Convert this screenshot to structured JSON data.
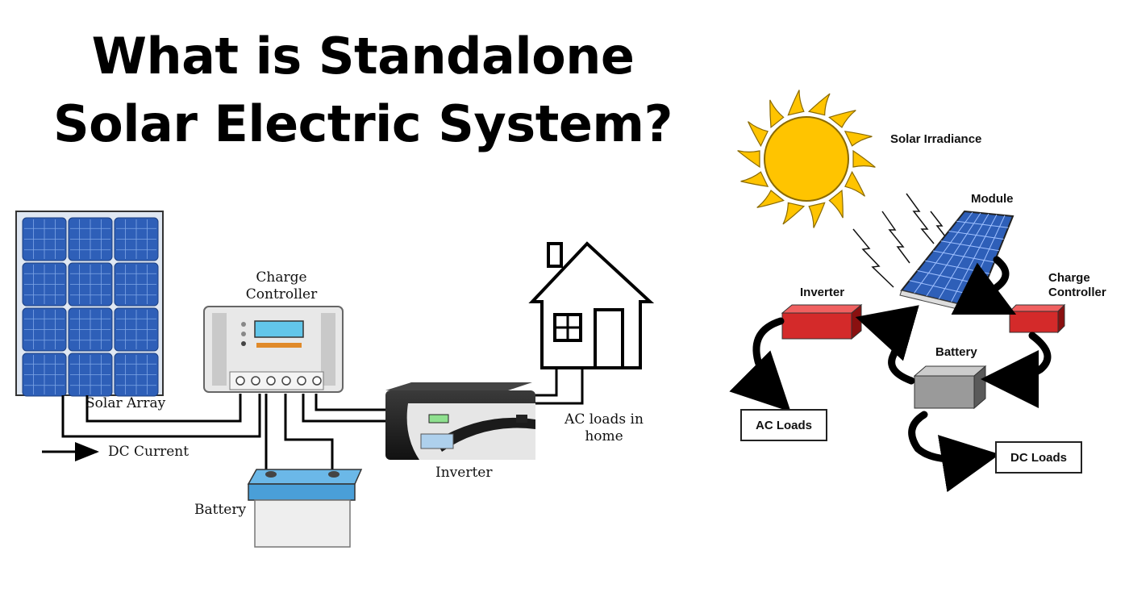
{
  "title": {
    "line1": "What is Standalone",
    "line2": "Solar Electric System?"
  },
  "left_diagram": {
    "solar_array": "Solar Array",
    "charge_controller_line1": "Charge",
    "charge_controller_line2": "Controller",
    "dc_current": "DC Current",
    "battery": "Battery",
    "inverter": "Inverter",
    "ac_loads_line1": "AC loads in",
    "ac_loads_line2": "home"
  },
  "right_diagram": {
    "solar_irradiance": "Solar Irradiance",
    "module": "Module",
    "charge_controller_line1": "Charge",
    "charge_controller_line2": "Controller",
    "inverter": "Inverter",
    "battery": "Battery",
    "ac_loads": "AC Loads",
    "dc_loads": "DC Loads"
  },
  "colors": {
    "panel_blue": "#2e5fb8",
    "sun_yellow": "#ffc400",
    "red_box": "#d42a2a",
    "battery_blue": "#4a9fd8"
  }
}
